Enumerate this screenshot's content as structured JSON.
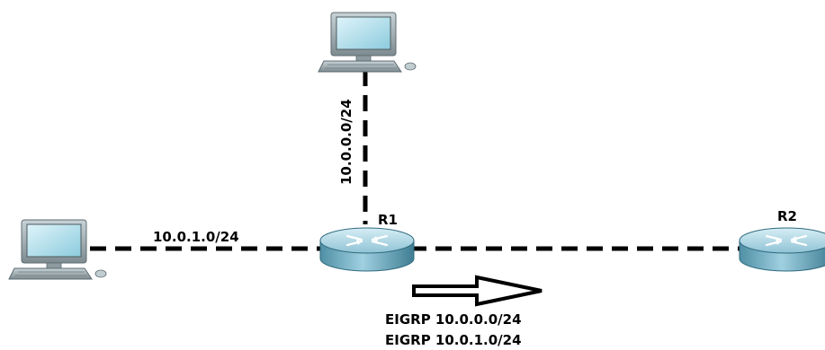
{
  "nodes": {
    "r1": {
      "label": "R1",
      "type": "router-icon"
    },
    "r2": {
      "label": "R2",
      "type": "router-icon"
    },
    "pc_top": {
      "type": "pc-icon"
    },
    "pc_left": {
      "type": "pc-icon"
    }
  },
  "links": {
    "top": {
      "label": "10.0.0.0/24"
    },
    "left": {
      "label": "10.0.1.0/24"
    },
    "right": {
      "label": ""
    }
  },
  "annotation": {
    "arrow_icon": "right-arrow-outline-icon",
    "routes": [
      "EIGRP 10.0.0.0/24",
      "EIGRP 10.0.1.0/24"
    ]
  },
  "colors": {
    "link": "#000000",
    "router_body": "#7fb7cc",
    "router_top": "#b9dde9",
    "monitor_frame": "#9aa8ae",
    "monitor_screen": "#b9e3ef"
  }
}
